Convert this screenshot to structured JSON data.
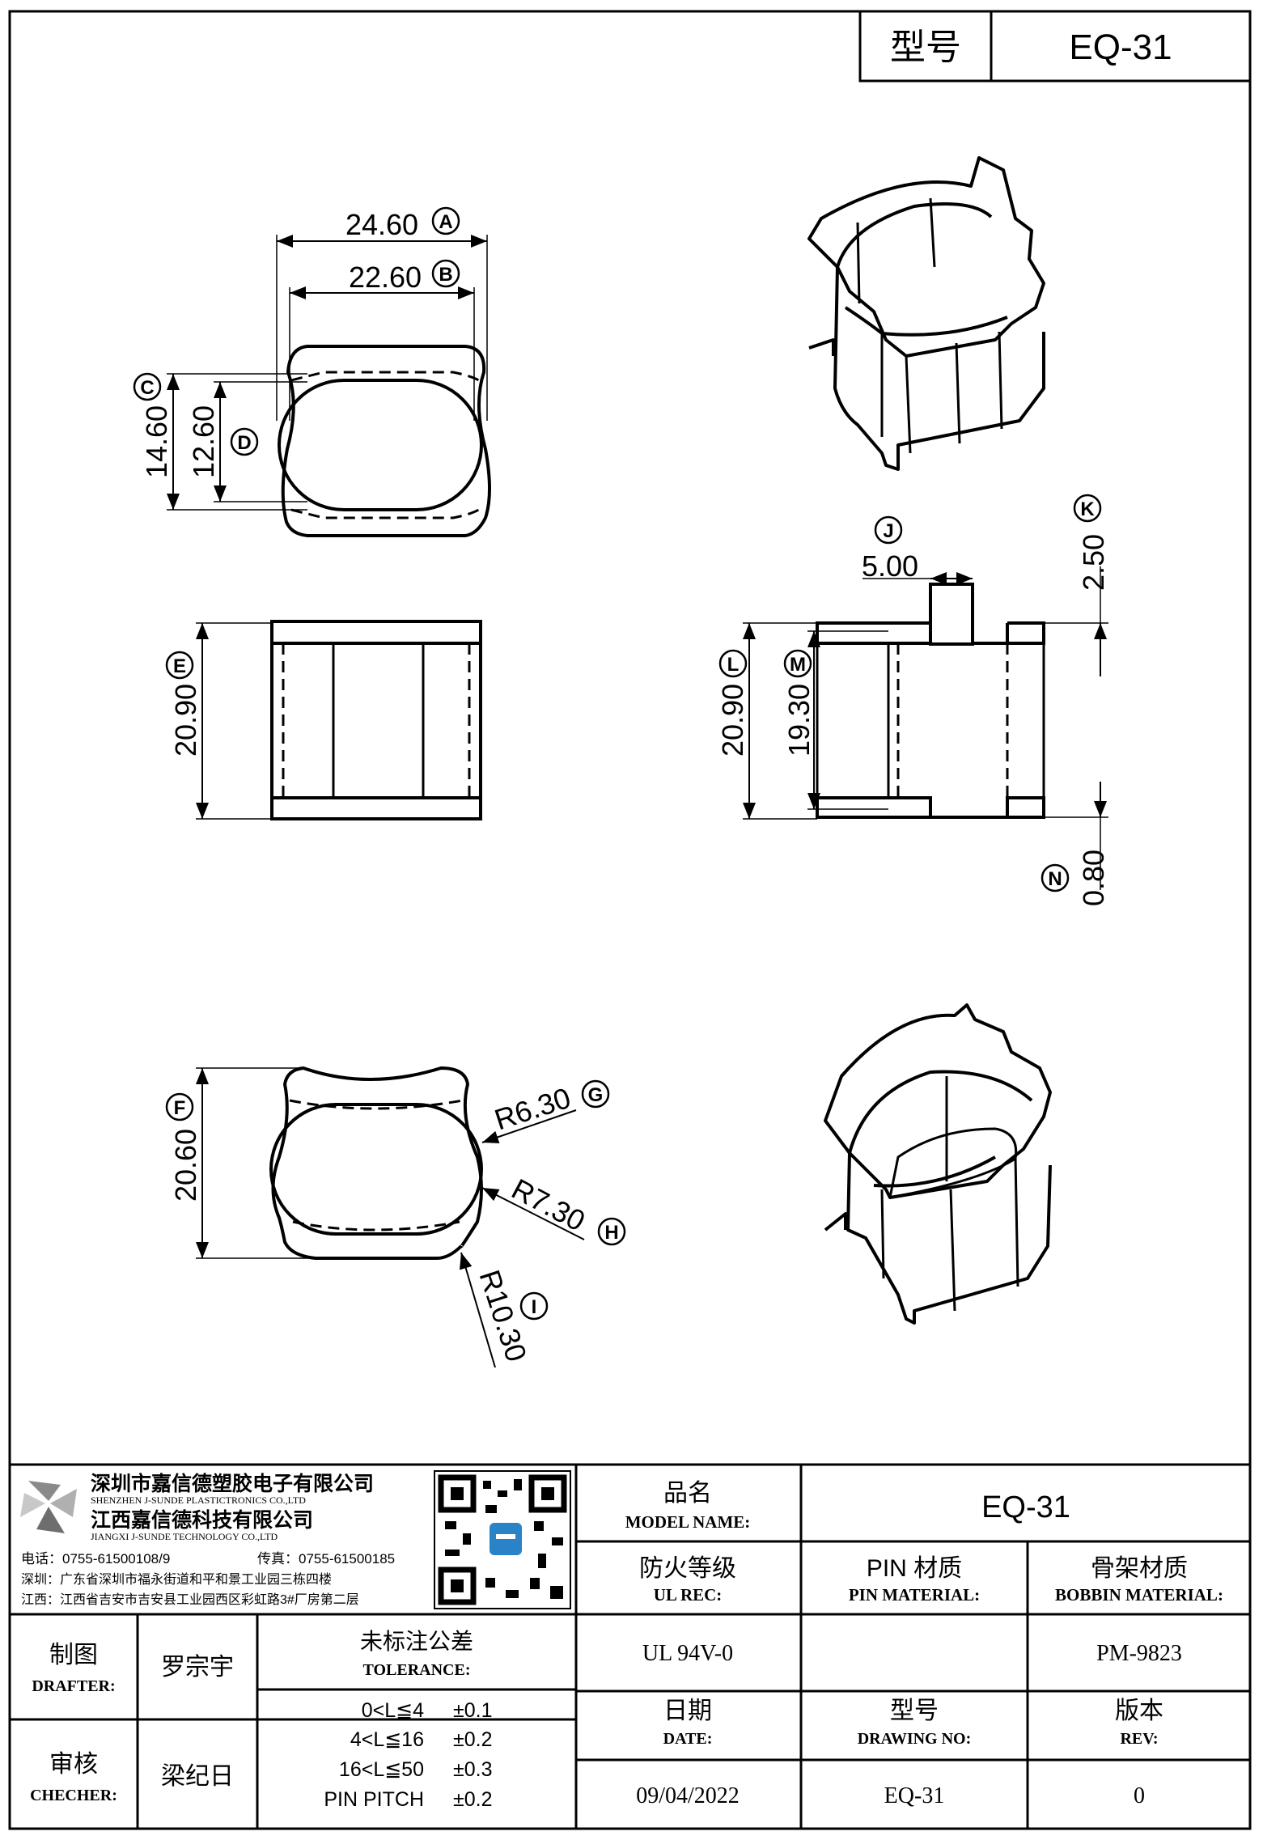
{
  "header": {
    "model_label": "型号",
    "model_value": "EQ-31"
  },
  "dimensions": {
    "A": "24.60",
    "B": "22.60",
    "C": "14.60",
    "D": "12.60",
    "E": "20.90",
    "F": "20.60",
    "G": "R6.30",
    "H": "R7.30",
    "I": "R10.30",
    "J": "5.00",
    "K": "2.50",
    "L": "20.90",
    "M": "19.30",
    "N": "0.80"
  },
  "markers": [
    "A",
    "B",
    "C",
    "D",
    "E",
    "F",
    "G",
    "H",
    "I",
    "J",
    "K",
    "L",
    "M",
    "N"
  ],
  "company": {
    "name_cn": "深圳市嘉信德塑胶电子有限公司",
    "name_en": "SHENZHEN J-SUNDE PLASTICTRONICS CO.,LTD",
    "name2_cn": "江西嘉信德科技有限公司",
    "name2_en": "JIANGXI J-SUNDE TECHNOLOGY CO.,LTD",
    "phone": "电话：0755-61500108/9",
    "fax": "传真：0755-61500185",
    "addr_sz": "深圳：广东省深圳市福永街道和平和景工业园三栋四楼",
    "addr_jx": "江西：江西省吉安市吉安县工业园西区彩虹路3#厂房第二层"
  },
  "title_block": {
    "model_name_cn": "品名",
    "model_name_en": "MODEL NAME:",
    "model_name_value": "EQ-31",
    "ul_cn": "防火等级",
    "ul_en": "UL REC:",
    "ul_value": "UL 94V-0",
    "pin_cn": "PIN 材质",
    "pin_en": "PIN MATERIAL:",
    "pin_value": "",
    "bobbin_cn": "骨架材质",
    "bobbin_en": "BOBBIN MATERIAL:",
    "bobbin_value": "PM-9823",
    "drafter_cn": "制图",
    "drafter_en": "DRAFTER:",
    "drafter_value": "罗宗宇",
    "checker_cn": "审核",
    "checker_en": "CHECHER:",
    "checker_value": "梁纪日",
    "tolerance_cn": "未标注公差",
    "tolerance_en": "TOLERANCE:",
    "tolerances": [
      {
        "range": "0<L≦4",
        "value": "±0.1"
      },
      {
        "range": "4<L≦16",
        "value": "±0.2"
      },
      {
        "range": "16<L≦50",
        "value": "±0.3"
      },
      {
        "range": "PIN PITCH",
        "value": "±0.2"
      }
    ],
    "date_cn": "日期",
    "date_en": "DATE:",
    "date_value": "09/04/2022",
    "drawing_cn": "型号",
    "drawing_en": "DRAWING NO:",
    "drawing_value": "EQ-31",
    "rev_cn": "版本",
    "rev_en": "REV:",
    "rev_value": "0"
  }
}
